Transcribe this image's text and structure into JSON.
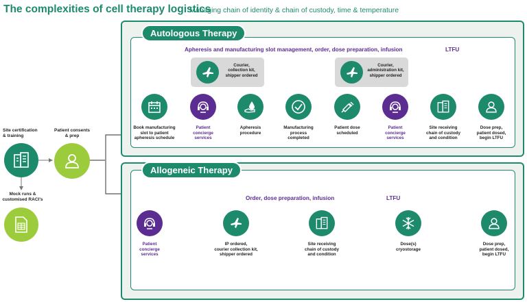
{
  "title": "The complexities of cell therapy logistics",
  "subtitle": "Managing chain of identity & chain of custody, time & temperature",
  "left": {
    "site_cert": "Site certification\n& training",
    "patient_consents": "Patient consents\n& prep",
    "mock_runs": "Mock runs &\ncustomised RACI's"
  },
  "autologous": {
    "label": "Autologous Therapy",
    "header": "Apheresis and manufacturing slot management, order, dose preparation, infusion",
    "header_end": "LTFU",
    "courier1": "Courier,\ncollection kit,\nshipper ordered",
    "courier2": "Courier,\nadministration kit,\nshipper ordered",
    "steps": [
      {
        "label": "Book manufacturing\nslot to patient\napheresis schedule",
        "icon": "calendar-icon"
      },
      {
        "label": "Patient\nconcierge\nservices",
        "icon": "headset-icon"
      },
      {
        "label": "Apheresis\nprocedure",
        "icon": "blood-drop-hand-icon"
      },
      {
        "label": "Manufacturing\nprocess\ncompleted",
        "icon": "checkmark-icon"
      },
      {
        "label": "Patient dose\nscheduled",
        "icon": "syringe-icon"
      },
      {
        "label": "Patient\nconcierge\nservices",
        "icon": "headset-icon"
      },
      {
        "label": "Site receiving\nchain of custody\nand condition",
        "icon": "building-icon"
      },
      {
        "label": "Dose prep,\npatient dosed,\nbegin LTFU",
        "icon": "person-icon"
      }
    ]
  },
  "allogeneic": {
    "label": "Allogeneic Therapy",
    "header": "Order, dose preparation, infusion",
    "header_end": "LTFU",
    "steps": [
      {
        "label": "Patient\nconcierge\nservices",
        "icon": "headset-icon"
      },
      {
        "label": "IP ordered,\ncourier collection kit,\nshipper ordered",
        "icon": "airplane-icon"
      },
      {
        "label": "Site receiving\nchain of custody\nand condition",
        "icon": "building-icon"
      },
      {
        "label": "Dose(s)\ncryostorage",
        "icon": "snowflake-icon"
      },
      {
        "label": "Dose prep,\npatient dosed,\nbegin LTFU",
        "icon": "person-icon"
      }
    ]
  }
}
